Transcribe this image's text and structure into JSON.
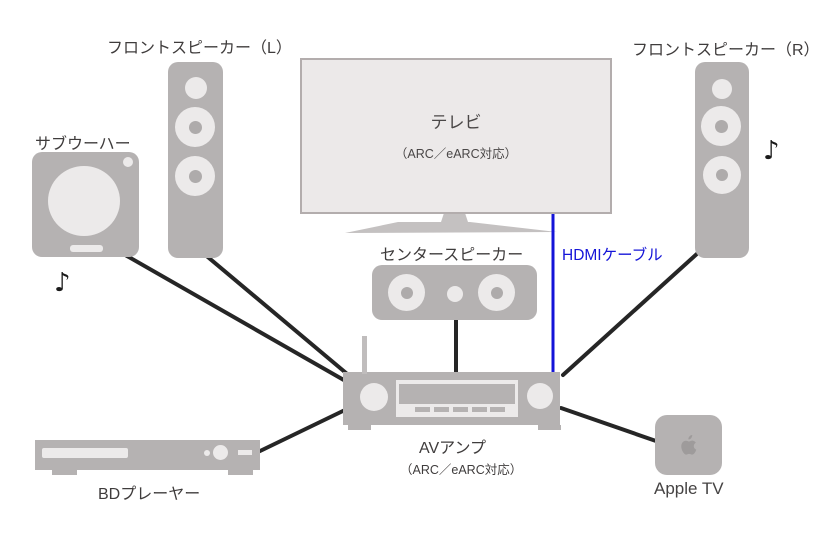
{
  "colors": {
    "background": "#ffffff",
    "device_gray": "#b5b2b2",
    "panel_light": "#eceaea",
    "tv_fill": "#ece9e9",
    "tv_border": "#b3adad",
    "stand_gray": "#c4c1c1",
    "cable_black": "#262626",
    "hdmi_blue": "#1414d8",
    "label_color": "#3f3c3c",
    "apple_logo_gray": "#9e9b9b"
  },
  "devices": {
    "front_left": {
      "label": "フロントスピーカー（L）"
    },
    "front_right": {
      "label": "フロントスピーカー（R）"
    },
    "subwoofer": {
      "label": "サブウーハー"
    },
    "tv": {
      "label": "テレビ",
      "sublabel": "（ARC／eARC対応）"
    },
    "center_speaker": {
      "label": "センタースピーカー"
    },
    "av_amp": {
      "label": "AVアンプ",
      "sublabel": "（ARC／eARC対応）"
    },
    "bd_player": {
      "label": "BDプレーヤー"
    },
    "apple_tv": {
      "label": "Apple TV"
    }
  },
  "annotations": {
    "hdmi_cable": "HDMIケーブル",
    "note_left": "♪",
    "note_right": "♪"
  },
  "connections": [
    {
      "from": "サブウーハー",
      "to": "AVアンプ"
    },
    {
      "from": "フロントスピーカー（L）",
      "to": "AVアンプ"
    },
    {
      "from": "BDプレーヤー",
      "to": "AVアンプ"
    },
    {
      "from": "センタースピーカー",
      "to": "AVアンプ"
    },
    {
      "from": "テレビ",
      "to": "AVアンプ",
      "label": "HDMIケーブル"
    },
    {
      "from": "フロントスピーカー（R）",
      "to": "AVアンプ"
    },
    {
      "from": "Apple TV",
      "to": "AVアンプ"
    }
  ]
}
